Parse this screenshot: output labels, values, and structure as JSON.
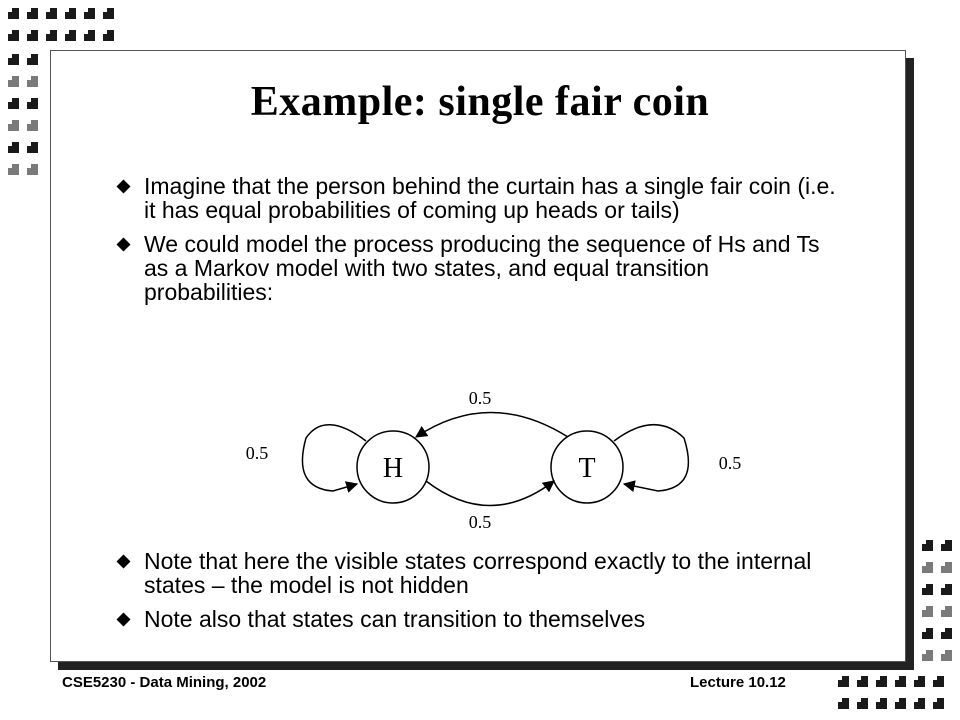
{
  "slide": {
    "title": "Example: single fair coin",
    "bullets_top": [
      "Imagine that the person behind the curtain has a single fair coin (i.e. it has equal probabilities of coming up heads or tails)",
      "We could model the process producing the sequence of Hs and Ts as a Markov model with two states, and equal transition probabilities:"
    ],
    "bullets_bottom": [
      "Note that here the visible states correspond exactly to the internal states – the model is not hidden",
      "Note also that states can transition to themselves"
    ]
  },
  "diagram": {
    "state_h": "H",
    "state_t": "T",
    "p_t_to_h": "0.5",
    "p_h_to_t": "0.5",
    "p_h_self": "0.5",
    "p_t_self": "0.5"
  },
  "footer": {
    "left": "CSE5230 - Data Mining, 2002",
    "right": "Lecture 10.12"
  },
  "colors": {
    "decor_dark": "#1a1a1a",
    "decor_light": "#7a7a7a"
  }
}
